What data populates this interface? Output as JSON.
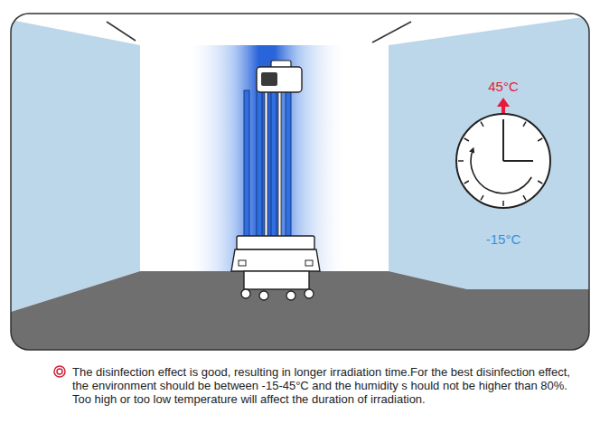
{
  "diagram": {
    "caption": "The disinfection effect is good, resulting in longer irradiation time.For the best disinfection effect, the environment should be between -15-45°C and the humidity s hould not be higher than 80%. Too high or too low temperature will affect the duration of irradiation.",
    "labels": [
      "45°C",
      "-15°C"
    ]
  }
}
